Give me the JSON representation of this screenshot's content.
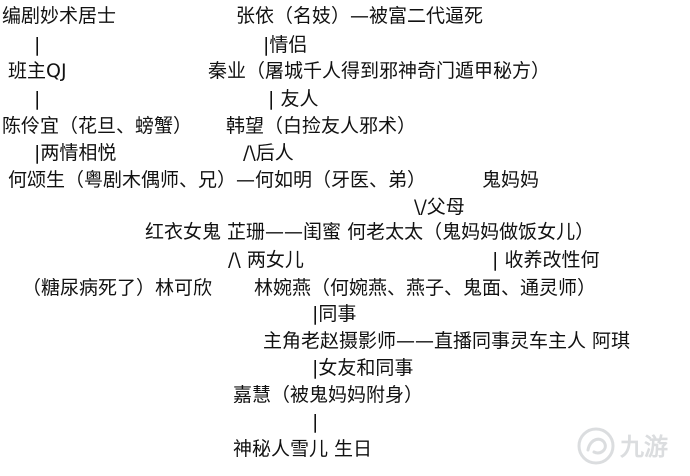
{
  "lines": [
    "编剧妙术居士",
    "张依（名妓）—被富二代逼死",
    "|",
    "|情侣",
    "班主QJ",
    "秦业（屠城千人得到邪神奇门遁甲秘方）",
    "|",
    "| 友人",
    "陈伶宜（花旦、螃蟹）",
    "韩望（白捡友人邪术）",
    "|两情相悦",
    "/\\后人",
    "何颂生（粤剧木偶师、兄）—何如明（牙医、弟）",
    "鬼妈妈",
    "\\/父母",
    "红衣女鬼 芷珊——闺蜜 何老太太（鬼妈妈做饭女儿）",
    "/\\  两女儿",
    "|  收养改性何",
    "（糖尿病死了）林可欣",
    "林婉燕（何婉燕、燕子、鬼面、通灵师）",
    "|同事",
    "主角老赵摄影师——直播同事灵车主人 阿琪",
    "|女友和同事",
    "嘉慧（被鬼妈妈附身）",
    "|",
    "神秘人雪儿 生日"
  ],
  "watermark": {
    "text": "九游",
    "icon": "jiuyou-logo-icon"
  },
  "colors": {
    "text": "#111111",
    "background": "#ffffff",
    "watermark": "#9aa0a6"
  }
}
